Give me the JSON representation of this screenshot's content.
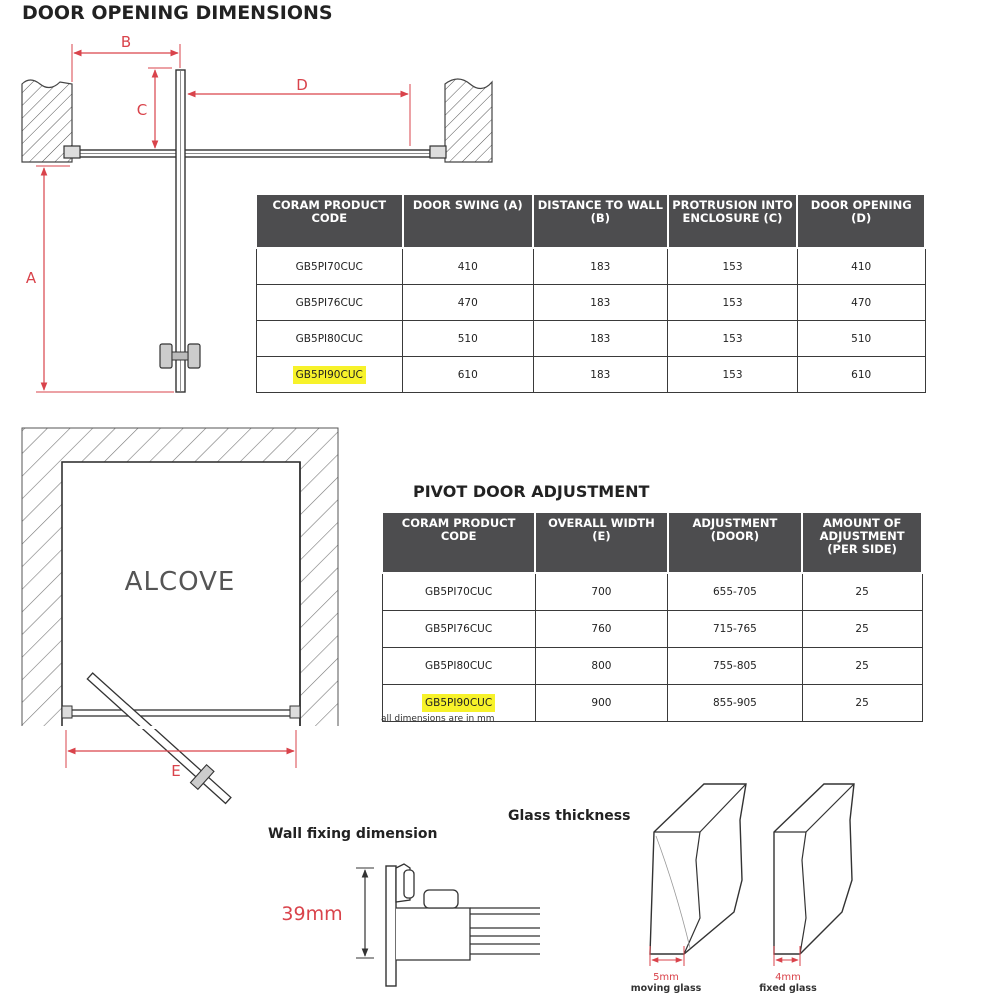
{
  "titles": {
    "main": "DOOR OPENING DIMENSIONS",
    "pivot": "PIVOT DOOR ADJUSTMENT",
    "wall_fixing": "Wall fixing dimension",
    "glass_thickness": "Glass thickness"
  },
  "labels": {
    "a": "A",
    "b": "B",
    "c": "C",
    "d": "D",
    "e": "E",
    "alcove": "ALCOVE",
    "wall_fixing_value": "39mm",
    "moving_glass_thickness": "5mm",
    "moving_glass": "moving glass",
    "fixed_glass_thickness": "4mm",
    "fixed_glass": "fixed glass"
  },
  "colors": {
    "dimension_red": "#d9434b",
    "header_gray": "#4d4d4f",
    "highlight_yellow": "#f7f22a"
  },
  "table1": {
    "headers": [
      "CORAM PRODUCT CODE",
      "DOOR SWING (A)",
      "DISTANCE TO WALL (B)",
      "PROTRUSION INTO ENCLOSURE (C)",
      "DOOR OPENING (D)"
    ],
    "rows": [
      [
        "GB5PI70CUC",
        "410",
        "183",
        "153",
        "410"
      ],
      [
        "GB5PI76CUC",
        "470",
        "183",
        "153",
        "470"
      ],
      [
        "GB5PI80CUC",
        "510",
        "183",
        "153",
        "510"
      ],
      [
        "GB5PI90CUC",
        "610",
        "183",
        "153",
        "610"
      ]
    ]
  },
  "table2": {
    "headers": [
      "CORAM PRODUCT CODE",
      "OVERALL WIDTH (E)",
      "ADJUSTMENT (DOOR)",
      "AMOUNT OF ADJUSTMENT (PER SIDE)"
    ],
    "rows": [
      [
        "GB5PI70CUC",
        "700",
        "655-705",
        "25"
      ],
      [
        "GB5PI76CUC",
        "760",
        "715-765",
        "25"
      ],
      [
        "GB5PI80CUC",
        "800",
        "755-805",
        "25"
      ],
      [
        "GB5PI90CUC",
        "900",
        "855-905",
        "25"
      ]
    ],
    "footnote": "all dimensions are in mm"
  }
}
